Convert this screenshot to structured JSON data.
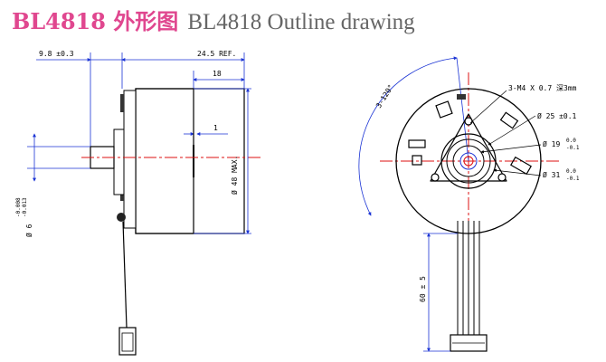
{
  "title": {
    "cn": "BL4818 外形图",
    "en": "BL4818 Outline drawing"
  },
  "side_view": {
    "dim_shaft_len": "9.8 ±0.3",
    "dim_total": "24.5 REF.",
    "dim_body": "18",
    "dim_one": "1",
    "dim_dia": "Ø 48 MAX.",
    "dim_shaft_dia": "Ø 6",
    "dim_shaft_tol_top": "-0.008",
    "dim_shaft_tol_bot": "-0.013"
  },
  "front_view": {
    "dim_angle": "3-120°",
    "dim_holes": "3-M4 X 0.7 深3mm",
    "dim_d25": "Ø 25 ±0.1",
    "dim_d19": "Ø 19",
    "dim_d19_tol_top": "0.0",
    "dim_d19_tol_bot": "-0.1",
    "dim_d31": "Ø 31",
    "dim_d31_tol_top": "0.0",
    "dim_d31_tol_bot": "-0.1",
    "dim_lead": "60 ± 5"
  }
}
